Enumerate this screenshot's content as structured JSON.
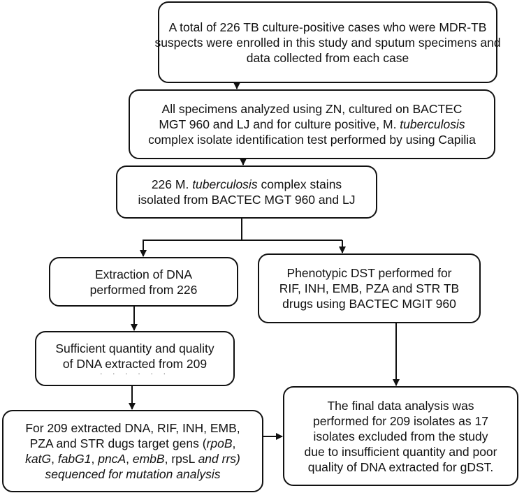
{
  "boxes": [
    {
      "id": "enrollment",
      "lines": [
        [
          {
            "t": "A total of 226 TB culture-positive cases who were MDR-TB"
          }
        ],
        [
          {
            "t": "suspects were enrolled in this study and sputum specimens and"
          }
        ],
        [
          {
            "t": "data collected from each case"
          }
        ]
      ]
    },
    {
      "id": "specimen-analysis",
      "lines": [
        [
          {
            "t": "All specimens analyzed using ZN, cultured on BACTEC"
          }
        ],
        [
          {
            "t": "MGT 960 and LJ and for culture positive, M. "
          },
          {
            "t": "tuberculosis",
            "i": true
          }
        ],
        [
          {
            "t": "complex isolate identification test performed by using Capilia"
          }
        ]
      ]
    },
    {
      "id": "isolated-strains",
      "lines": [
        [
          {
            "t": "226 M. "
          },
          {
            "t": "tuberculosis",
            "i": true
          },
          {
            "t": " complex stains"
          }
        ],
        [
          {
            "t": "isolated from BACTEC MGT 960 and LJ"
          }
        ]
      ]
    },
    {
      "id": "dna-extraction",
      "lines": [
        [
          {
            "t": "Extraction of DNA"
          }
        ],
        [
          {
            "t": "performed from 226"
          }
        ]
      ]
    },
    {
      "id": "phenotypic-dst",
      "lines": [
        [
          {
            "t": "Phenotypic DST performed for"
          }
        ],
        [
          {
            "t": "RIF, INH, EMB, PZA and STR TB"
          }
        ],
        [
          {
            "t": "drugs using BACTEC MGIT 960"
          }
        ]
      ]
    },
    {
      "id": "sufficient-dna",
      "lines": [
        [
          {
            "t": "Sufficient quantity and quality"
          }
        ],
        [
          {
            "t": "of DNA extracted from 209"
          }
        ]
      ]
    },
    {
      "id": "sequencing",
      "lines": [
        [
          {
            "t": "For 209 extracted DNA, RIF, INH, EMB,"
          }
        ],
        [
          {
            "t": "PZA and STR dugs target gens ("
          },
          {
            "t": "rpoB",
            "i": true
          },
          {
            "t": ","
          }
        ],
        [
          {
            "t": "katG",
            "i": true
          },
          {
            "t": ", "
          },
          {
            "t": "fabG1",
            "i": true
          },
          {
            "t": ", "
          },
          {
            "t": "pncA",
            "i": true
          },
          {
            "t": ", "
          },
          {
            "t": "embB",
            "i": true
          },
          {
            "t": ", rpsL "
          },
          {
            "t": "and rrs)",
            "i": true
          }
        ],
        [
          {
            "t": "sequenced for mutation analysis",
            "i": true
          }
        ]
      ]
    },
    {
      "id": "final-analysis",
      "lines": [
        [
          {
            "t": "The final data analysis was"
          }
        ],
        [
          {
            "t": "performed for 209 isolates as 17"
          }
        ],
        [
          {
            "t": "isolates excluded from the study"
          }
        ],
        [
          {
            "t": "due to insufficient quantity and poor"
          }
        ],
        [
          {
            "t": "quality of DNA extracted for gDST."
          }
        ]
      ]
    }
  ]
}
